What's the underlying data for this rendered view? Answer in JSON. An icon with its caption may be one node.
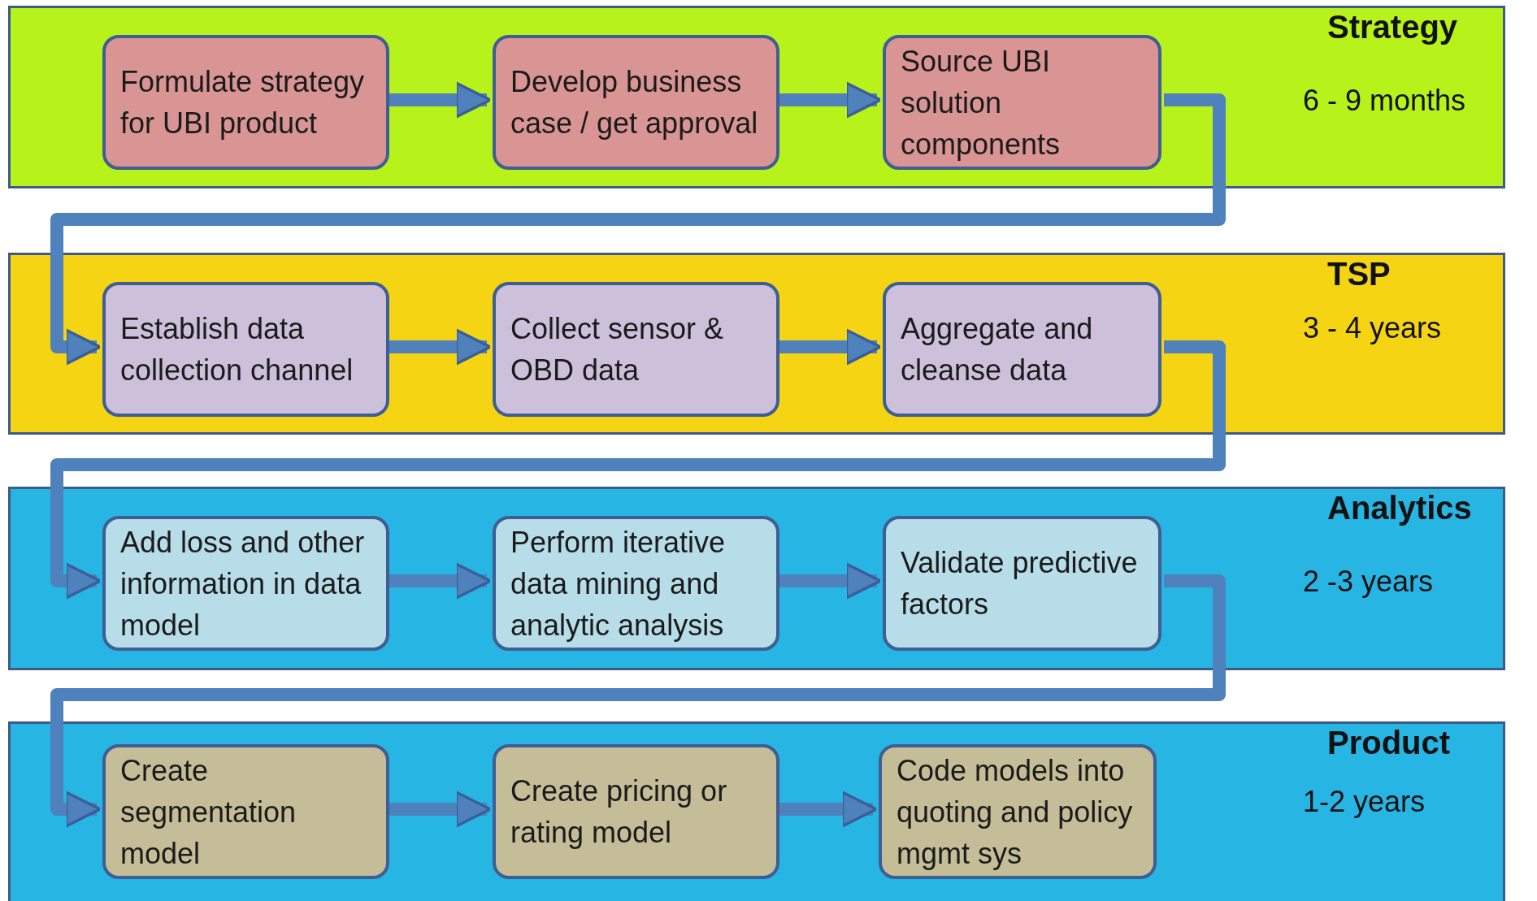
{
  "diagram": {
    "nodes": [
      {
        "text": [
          "Strategy",
          "6 - 9 months"
        ]
      },
      {
        "text": [
          "Formulate strategy for UBI product"
        ],
        "in": 0
      },
      {
        "text": [
          "Develop business case / get approval"
        ],
        "in": 0
      },
      {
        "text": [
          "Source UBI solution components"
        ],
        "in": 0
      },
      {
        "text": [
          "TSP",
          "3 - 4 years"
        ]
      },
      {
        "text": [
          "Establish data collection channel"
        ],
        "in": 4
      },
      {
        "text": [
          "Collect sensor & OBD data"
        ],
        "in": 4
      },
      {
        "text": [
          "Aggregate and cleanse data"
        ],
        "in": 4
      },
      {
        "text": [
          "Analytics",
          "2 -3 years"
        ]
      },
      {
        "text": [
          "Add loss and other information in data model"
        ],
        "in": 8
      },
      {
        "text": [
          "Perform iterative data mining and analytic analysis"
        ],
        "in": 8
      },
      {
        "text": [
          "Validate predictive factors"
        ],
        "in": 8
      },
      {
        "text": [
          "Product",
          "1-2 years"
        ]
      },
      {
        "text": [
          "Create segmentation model"
        ],
        "in": 12
      },
      {
        "text": [
          "Create pricing or rating model"
        ],
        "in": 12
      },
      {
        "text": [
          "Code models into quoting and policy mgmt sys"
        ],
        "in": 12
      }
    ],
    "edges": [
      {
        "from": 1,
        "to": 2,
        "arrow": "to"
      },
      {
        "from": 2,
        "to": 3,
        "arrow": "to"
      },
      {
        "from": 3,
        "to": 5,
        "arrow": "to"
      },
      {
        "from": 5,
        "to": 6,
        "arrow": "to"
      },
      {
        "from": 6,
        "to": 7,
        "arrow": "to"
      },
      {
        "from": 7,
        "to": 9,
        "arrow": "to"
      },
      {
        "from": 9,
        "to": 10,
        "arrow": "to"
      },
      {
        "from": 10,
        "to": 11,
        "arrow": "to"
      },
      {
        "from": 11,
        "to": 13,
        "arrow": "to"
      },
      {
        "from": 13,
        "to": 14,
        "arrow": "to"
      },
      {
        "from": 14,
        "to": 15,
        "arrow": "to"
      }
    ]
  }
}
